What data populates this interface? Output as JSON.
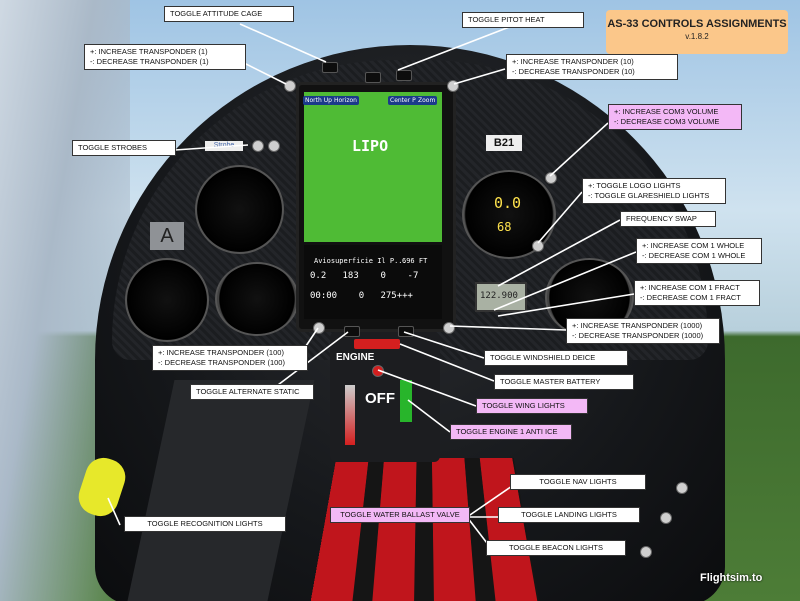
{
  "title": {
    "main": "AS-33 CONTROLS ASSIGNMENTS",
    "version": "v.1.8.2"
  },
  "labels": {
    "toggle_attitude_cage": "TOGGLE ATTITUDE CAGE",
    "toggle_pitot_heat": "TOGGLE PITOT HEAT",
    "transponder_1": "+: INCREASE TRANSPONDER (1)\n-: DECREASE TRANSPONDER (1)",
    "transponder_10": "+: INCREASE TRANSPONDER (10)\n-: DECREASE TRANSPONDER (10)",
    "com3_volume": "+: INCREASE COM3 VOLUME\n-: DECREASE COM3 VOLUME",
    "toggle_strobes": "TOGGLE STROBES",
    "logo_glareshield": "+: TOGGLE LOGO LIGHTS\n-: TOGGLE GLARESHIELD LIGHTS",
    "frequency_swap": "FREQUENCY SWAP",
    "com1_whole": "+: INCREASE COM 1 WHOLE\n-: DECREASE COM 1 WHOLE",
    "com1_fract": "+: INCREASE COM 1 FRACT\n-: DECREASE COM 1 FRACT",
    "transponder_1000": "+: INCREASE TRANSPONDER (1000)\n-: DECREASE TRANSPONDER (1000)",
    "transponder_100": "+: INCREASE TRANSPONDER (100)\n-: DECREASE TRANSPONDER (100)",
    "toggle_windshield_deice": "TOGGLE WINDSHIELD DEICE",
    "toggle_alternate_static": "TOGGLE ALTERNATE STATIC",
    "toggle_master_battery": "TOGGLE MASTER BATTERY",
    "toggle_wing_lights": "TOGGLE WING LIGHTS",
    "toggle_engine_anti_ice": "TOGGLE ENGINE 1 ANTI ICE",
    "toggle_nav_lights": "TOGGLE NAV LIGHTS",
    "toggle_water_ballast": "TOGGLE WATER BALLAST VALVE",
    "toggle_landing_lights": "TOGGLE LANDING LIGHTS",
    "toggle_beacon_lights": "TOGGLE BEACON LIGHTS",
    "toggle_recognition_lights": "TOGGLE RECOGNITION LIGHTS"
  },
  "mfd": {
    "buttons": {
      "north_up": "North Up",
      "horizon": "Horizon",
      "center_plane": "Center Plane",
      "zoom": "Zoom"
    },
    "waypoint": "LIPO",
    "airfield": "Aviosuperficie Il P...",
    "altitude": "696 FT",
    "row1": "0.2   183    0    -7",
    "row2": "00:00    0   275+++"
  },
  "panel": {
    "placard_a": "A",
    "placard_b21": "B21",
    "strobe_tag": "Strobe",
    "com_display": "122.900",
    "engine_label": "ENGINE",
    "engine_state": "OFF",
    "vario_value": "0.0",
    "vario_lower": "68"
  },
  "watermark": "Flightsim.to",
  "colors": {
    "label_pink": "#f3b8f6",
    "title_bg": "#fbc78a",
    "mfd_map": "#4fbb35"
  }
}
